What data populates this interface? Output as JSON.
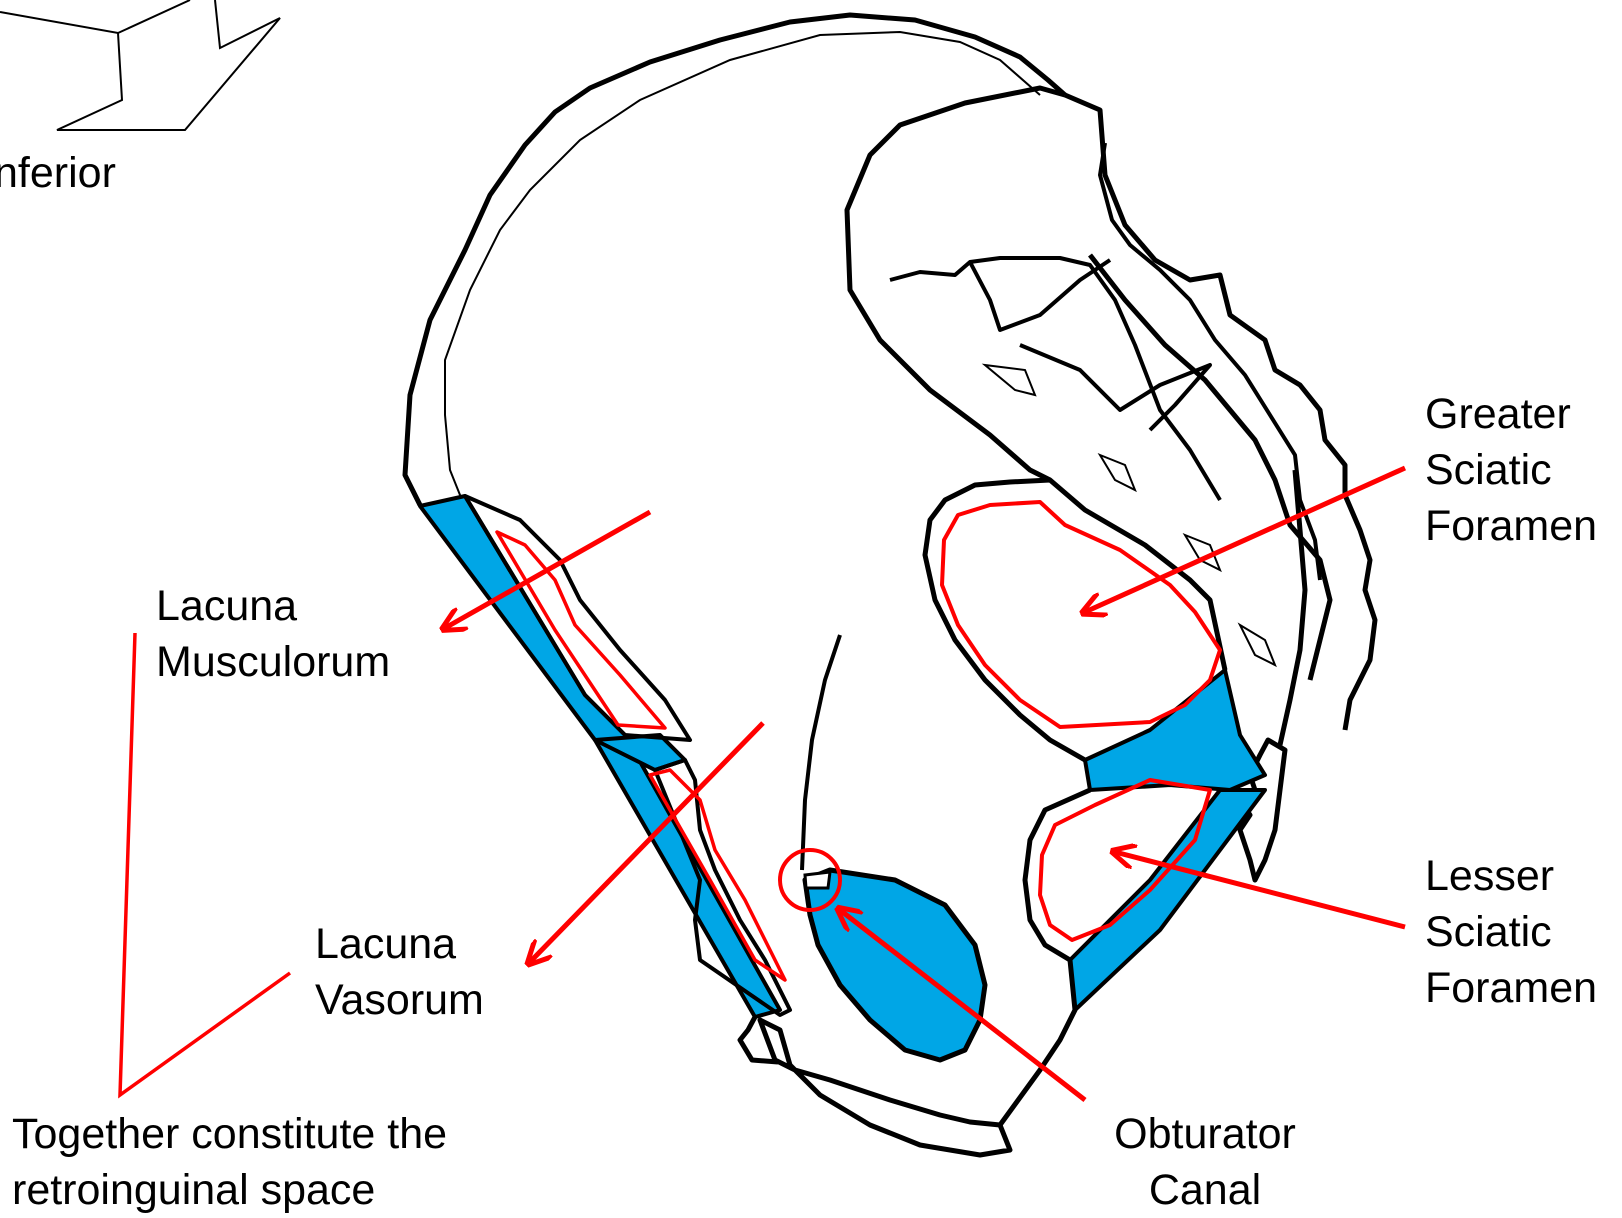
{
  "colors": {
    "ligament_fill": "#00A6E6",
    "foramen_outline": "#FF0000",
    "arrow": "#FF0000",
    "bone_outline": "#000000"
  },
  "labels": {
    "orientation": "nferior",
    "lacuna_musculorum": [
      "Lacuna",
      "Musculorum"
    ],
    "lacuna_vasorum": [
      "Lacuna",
      "Vasorum"
    ],
    "retroinguinal": [
      "Together constitute the",
      "retroinguinal space"
    ],
    "greater_sciatic": [
      "Greater",
      "Sciatic",
      "Foramen"
    ],
    "lesser_sciatic": [
      "Lesser",
      "Sciatic",
      "Foramen"
    ],
    "obturator": [
      "Obturator",
      "Canal"
    ]
  }
}
